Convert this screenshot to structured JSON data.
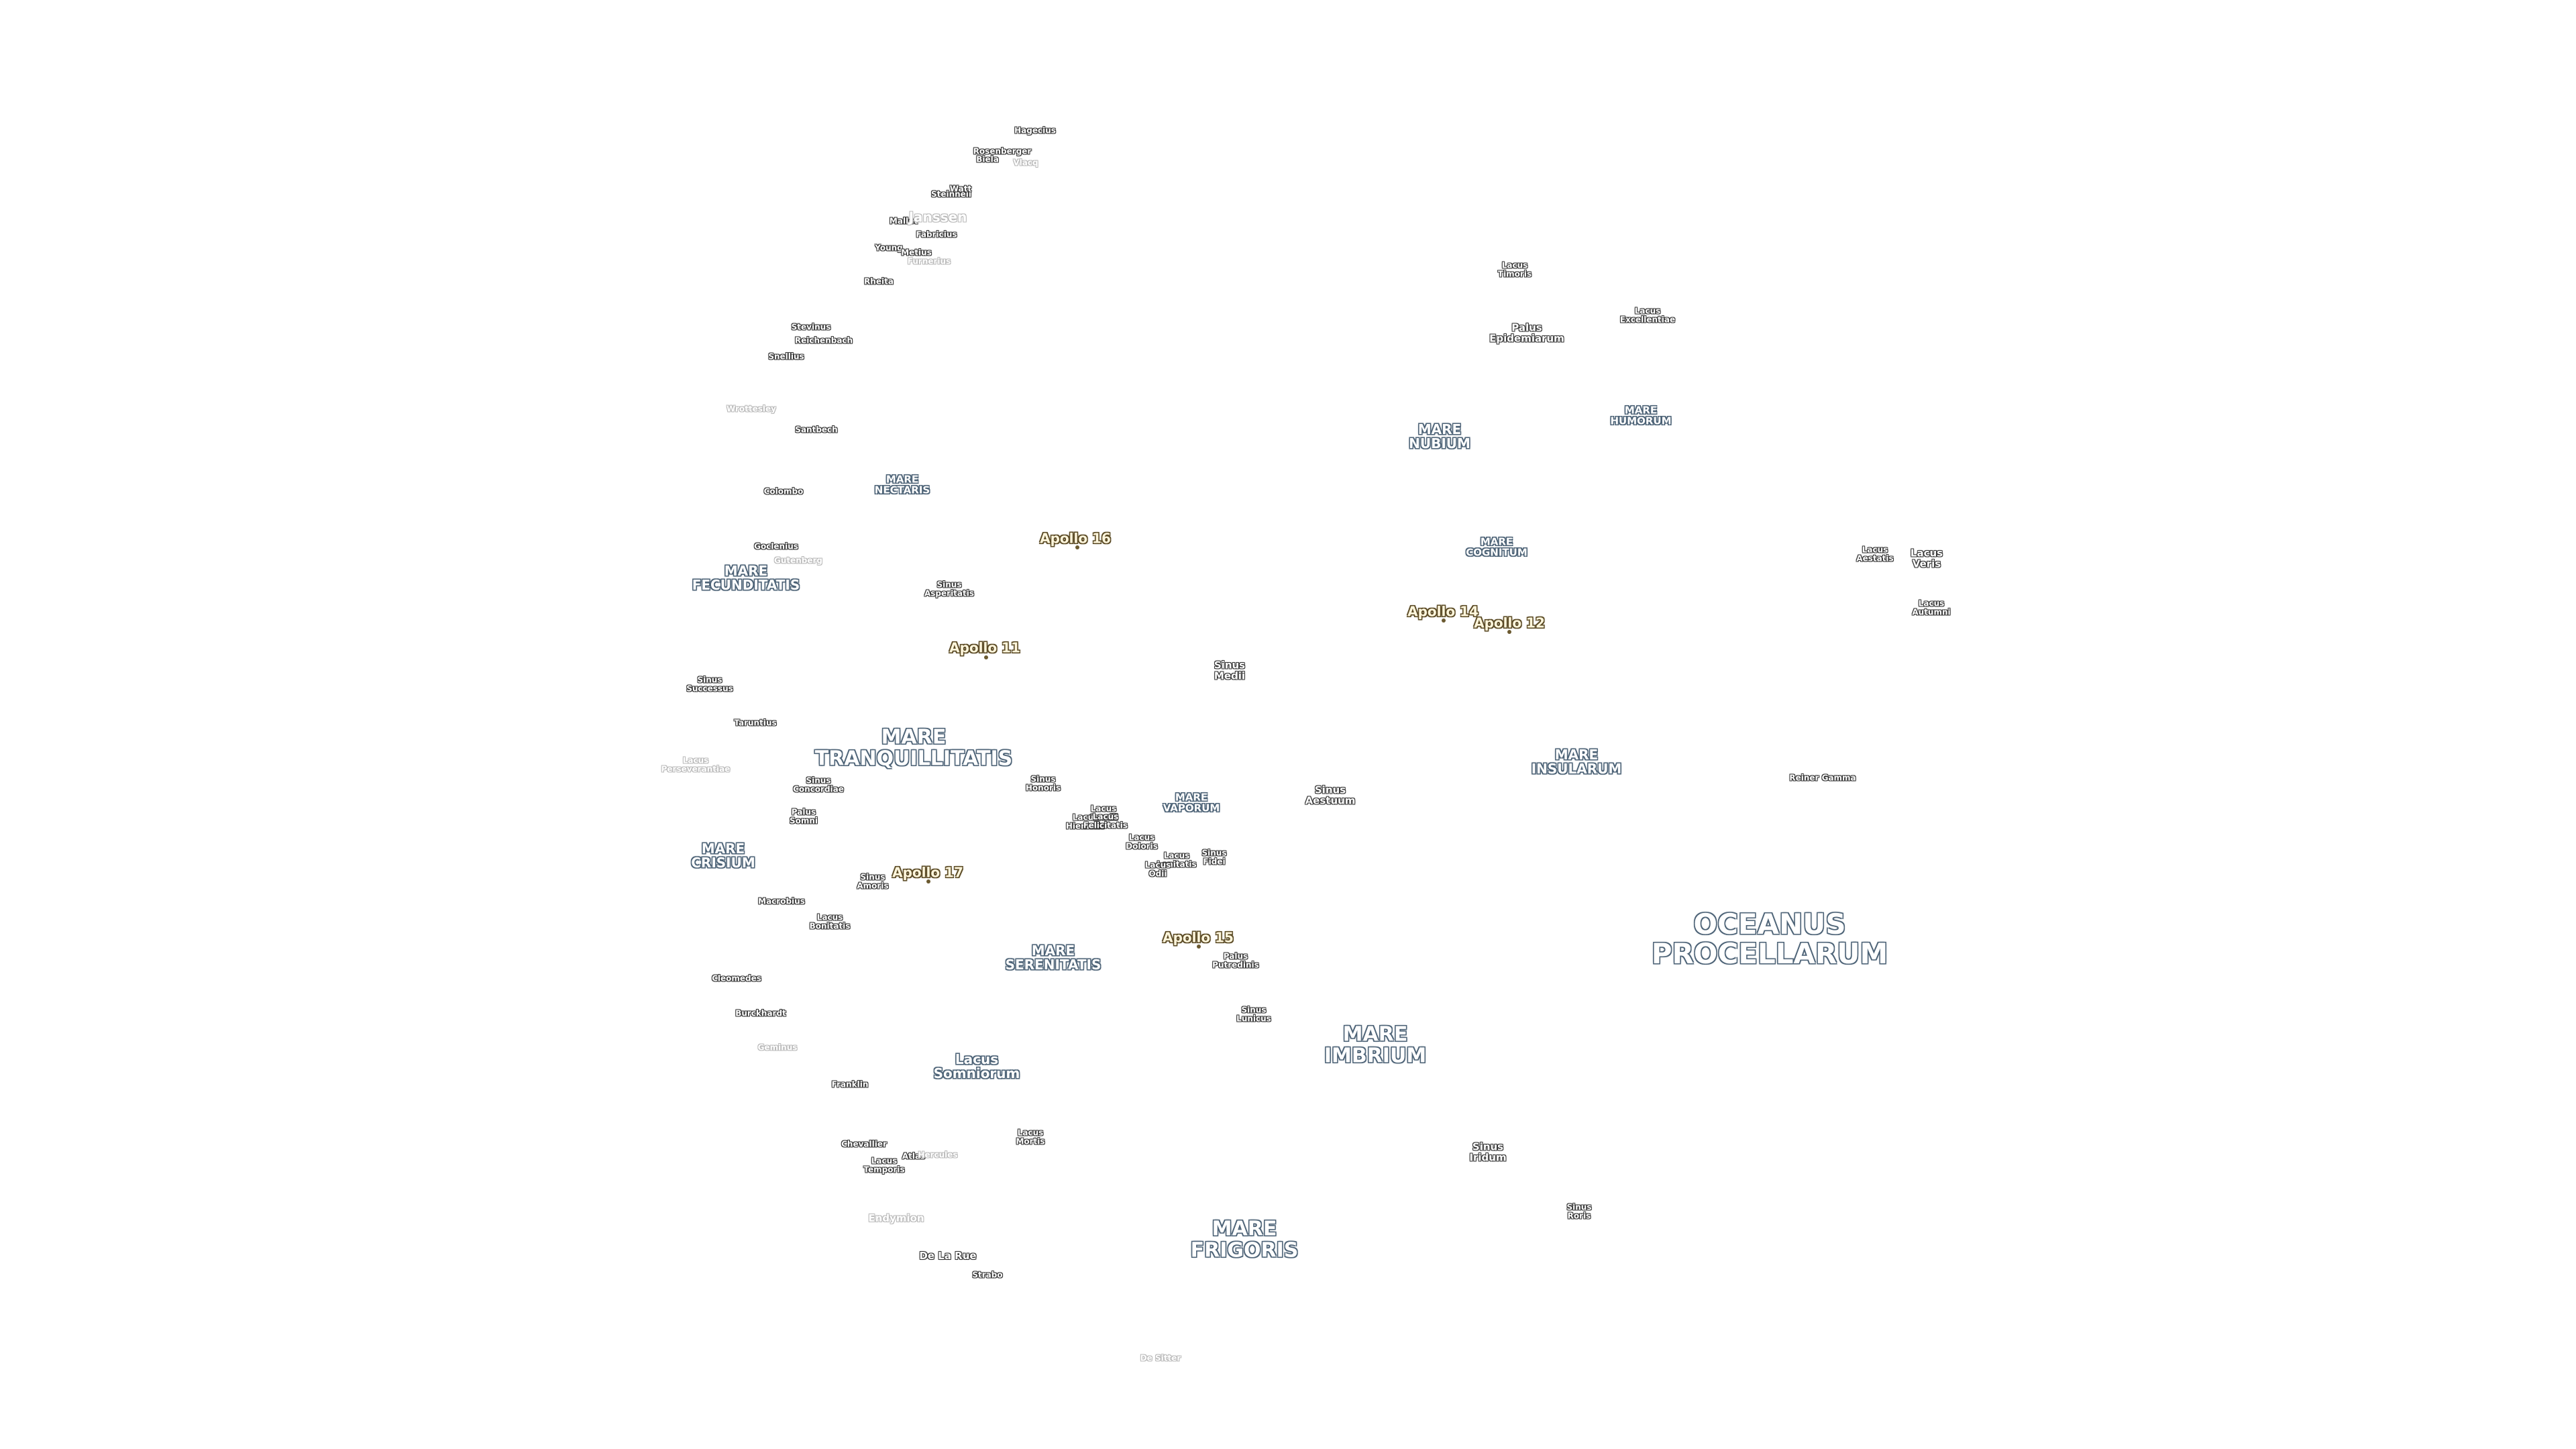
{
  "labels": {
    "oceanus_procellarum": "OCEANUS\nPROCELLARUM",
    "mare_frigoris": "MARE\nFRIGORIS",
    "mare_imbrium": "MARE\nIMBRIUM",
    "mare_tranquillitatis": "MARE\nTRANQUILLITATIS",
    "mare_serenitatis": "MARE\nSERENITATIS",
    "mare_crisium": "MARE\nCRISIUM",
    "mare_fecunditatis": "MARE\nFECUNDITATIS",
    "mare_nectaris": "MARE\nNECTARIS",
    "mare_nubium": "MARE\nNUBIUM",
    "mare_humorum": "MARE\nHUMORUM",
    "mare_cognitum": "MARE\nCOGNITUM",
    "mare_insularum": "MARE\nINSULARUM",
    "mare_vaporum": "MARE\nVAPORUM",
    "lacus_somniorum": "Lacus\nSomniorum",
    "lacus_mortis": "Lacus\nMortis",
    "lacus_temporis": "Lacus\nTemporis",
    "lacus_bonitatis": "Lacus\nBonitatis",
    "lacus_timoris": "Lacus\nTimoris",
    "lacus_excellentiae": "Lacus\nExcellentiae",
    "lacus_veris": "Lacus\nVeris",
    "lacus_autumni": "Lacus\nAutumni",
    "lacus_aestatis": "Lacus\nAestatis",
    "lacus_perseverantiae": "Lacus\nPerseverantiae",
    "lacus_doloris": "Lacus\nDoloris",
    "lacus_gaudii": "Lacus\nGaudii",
    "lacus_hiemalis": "Lacus\nHiemalis",
    "lacus_lenitatis": "Lacus\nLenitatis",
    "lacus_odii": "Lacus\nOdii",
    "lacus_felicitatis": "Lacus\nFelicitatis",
    "sinus_iridum": "Sinus\nIridum",
    "sinus_roris": "Sinus\nRoris",
    "sinus_aestuum": "Sinus\nAestuum",
    "sinus_medii": "Sinus\nMedii",
    "sinus_asperitatis": "Sinus\nAsperitatis",
    "sinus_successus": "Sinus\nSuccessus",
    "sinus_concordiae": "Sinus\nConcordiae",
    "sinus_amoris": "Sinus\nAmoris",
    "sinus_honoris": "Sinus\nHonoris",
    "sinus_lunicus": "Sinus\nLunicus",
    "sinus_fidei": "Sinus\nFidei",
    "palus_putredinis": "Palus\nPutredinis",
    "palus_epidemiarum": "Palus\nEpidemiarum",
    "palus_somni": "Palus\nSomni",
    "reiner_gamma": "Reiner Gamma",
    "cleomedes": "Cleomedes",
    "macrobius": "Macrobius",
    "taruntius": "Taruntius",
    "goclenius": "Goclenius",
    "gutenberg": "Gutenberg",
    "colombo": "Colombo",
    "santbech": "Santbech",
    "snellius": "Snellius",
    "stevinus": "Stevinus",
    "reichenbach": "Reichenbach",
    "rheita": "Rheita",
    "young": "Young",
    "mallet": "Mallet",
    "fabricius": "Fabricius",
    "janssen": "Janssen",
    "steinheil": "Steinheil",
    "watt": "Watt",
    "biela": "Biela",
    "rosenberger": "Rosenberger",
    "hagecius": "Hagecius",
    "vlacq": "Vlacq",
    "furnerius": "Furnerius",
    "metius": "Metius",
    "wrottesley": "Wrottesley",
    "burckhardt": "Burckhardt",
    "geminus": "Geminus",
    "franklin": "Franklin",
    "chevallier": "Chevallier",
    "atlas": "Atlas",
    "hercules": "Hercules",
    "endymion": "Endymion",
    "de_la_rue": "De La Rue",
    "strabo": "Strabo",
    "de_sitter": "De Sitter"
  },
  "apollo": {
    "a11": "Apollo 11",
    "a12": "Apollo 12",
    "a14": "Apollo 14",
    "a15": "Apollo 15",
    "a16": "Apollo 16",
    "a17": "Apollo 17"
  },
  "colors": {
    "sea_outline": "#4c6276",
    "crater_outline": "#333333",
    "apollo_text": "#fff6dc",
    "apollo_outline": "#5a4a25",
    "background": "#ffffff"
  }
}
